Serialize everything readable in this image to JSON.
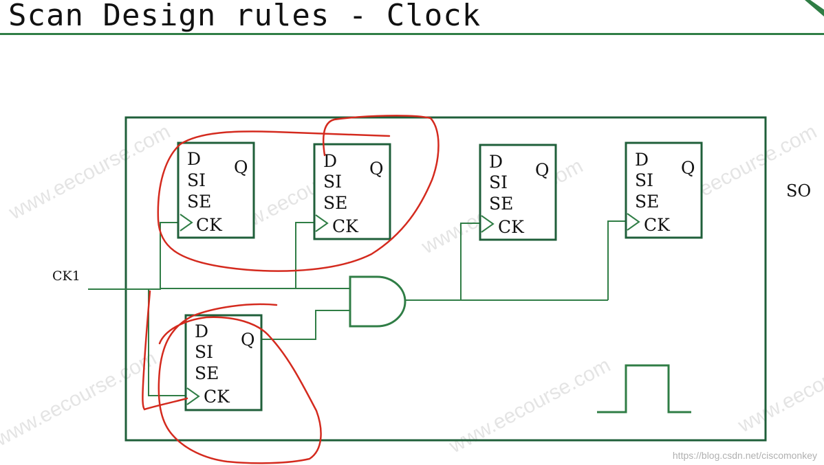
{
  "slide": {
    "title": "Scan Design rules - Clock"
  },
  "diagram": {
    "flops": [
      {
        "id": "ff1",
        "pins": {
          "d": "D",
          "si": "SI",
          "se": "SE",
          "ck": "CK",
          "q": "Q"
        }
      },
      {
        "id": "ff2",
        "pins": {
          "d": "D",
          "si": "SI",
          "se": "SE",
          "ck": "CK",
          "q": "Q"
        }
      },
      {
        "id": "ff3",
        "pins": {
          "d": "D",
          "si": "SI",
          "se": "SE",
          "ck": "CK",
          "q": "Q"
        }
      },
      {
        "id": "ff4",
        "pins": {
          "d": "D",
          "si": "SI",
          "se": "SE",
          "ck": "CK",
          "q": "Q"
        }
      },
      {
        "id": "ff5",
        "pins": {
          "d": "D",
          "si": "SI",
          "se": "SE",
          "ck": "CK",
          "q": "Q"
        }
      }
    ],
    "clock_input_label": "CK1",
    "scan_out_label": "SO",
    "colors": {
      "wire": "#2f7d45",
      "box": "#1f5f3a",
      "annotation": "#d42a1e"
    }
  },
  "watermarks": {
    "site": "www.eecourse.com",
    "credit": "https://blog.csdn.net/ciscomonkey"
  }
}
